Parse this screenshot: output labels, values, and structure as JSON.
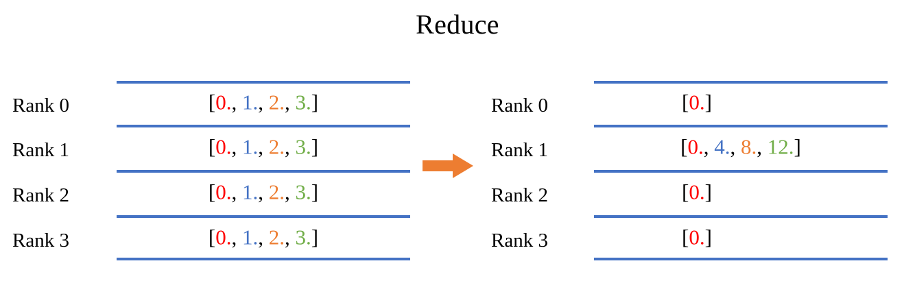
{
  "title": "Reduce",
  "colors": {
    "rule": "#4472C4",
    "arrow": "#ED7D31",
    "element_0": "#FF0000",
    "element_1": "#4472C4",
    "element_2": "#ED7D31",
    "element_3": "#70AD47",
    "text": "#000000",
    "background": "#FFFFFF"
  },
  "arrow": {
    "icon": "right-arrow-icon",
    "direction": "right"
  },
  "before": {
    "rows": [
      {
        "label": "Rank 0",
        "open": "[",
        "tokens": [
          {
            "text": "0.",
            "color": "#FF0000"
          },
          {
            "text": ", ",
            "color": "#000000"
          },
          {
            "text": "1.",
            "color": "#4472C4"
          },
          {
            "text": ", ",
            "color": "#000000"
          },
          {
            "text": "2.",
            "color": "#ED7D31"
          },
          {
            "text": ", ",
            "color": "#000000"
          },
          {
            "text": "3.",
            "color": "#70AD47"
          }
        ],
        "close": "]",
        "values": [
          0,
          1,
          2,
          3
        ],
        "display": "[0., 1., 2., 3.]"
      },
      {
        "label": "Rank 1",
        "open": "[",
        "tokens": [
          {
            "text": "0.",
            "color": "#FF0000"
          },
          {
            "text": ", ",
            "color": "#000000"
          },
          {
            "text": "1.",
            "color": "#4472C4"
          },
          {
            "text": ", ",
            "color": "#000000"
          },
          {
            "text": "2.",
            "color": "#ED7D31"
          },
          {
            "text": ", ",
            "color": "#000000"
          },
          {
            "text": "3.",
            "color": "#70AD47"
          }
        ],
        "close": "]",
        "values": [
          0,
          1,
          2,
          3
        ],
        "display": "[0., 1., 2., 3.]"
      },
      {
        "label": "Rank 2",
        "open": "[",
        "tokens": [
          {
            "text": "0.",
            "color": "#FF0000"
          },
          {
            "text": ", ",
            "color": "#000000"
          },
          {
            "text": "1.",
            "color": "#4472C4"
          },
          {
            "text": ", ",
            "color": "#000000"
          },
          {
            "text": "2.",
            "color": "#ED7D31"
          },
          {
            "text": ", ",
            "color": "#000000"
          },
          {
            "text": "3.",
            "color": "#70AD47"
          }
        ],
        "close": "]",
        "values": [
          0,
          1,
          2,
          3
        ],
        "display": "[0., 1., 2., 3.]"
      },
      {
        "label": "Rank 3",
        "open": "[",
        "tokens": [
          {
            "text": "0.",
            "color": "#FF0000"
          },
          {
            "text": ", ",
            "color": "#000000"
          },
          {
            "text": "1.",
            "color": "#4472C4"
          },
          {
            "text": ", ",
            "color": "#000000"
          },
          {
            "text": "2.",
            "color": "#ED7D31"
          },
          {
            "text": ", ",
            "color": "#000000"
          },
          {
            "text": "3.",
            "color": "#70AD47"
          }
        ],
        "close": "]",
        "values": [
          0,
          1,
          2,
          3
        ],
        "display": "[0., 1., 2., 3.]"
      }
    ]
  },
  "after": {
    "rows": [
      {
        "label": "Rank 0",
        "open": "[",
        "tokens": [
          {
            "text": "0.",
            "color": "#FF0000"
          }
        ],
        "close": "]",
        "values": [
          0
        ],
        "display": "[0.]",
        "scalar": true
      },
      {
        "label": "Rank 1",
        "open": "[",
        "tokens": [
          {
            "text": "0.",
            "color": "#FF0000"
          },
          {
            "text": ", ",
            "color": "#000000"
          },
          {
            "text": "4.",
            "color": "#4472C4"
          },
          {
            "text": ", ",
            "color": "#000000"
          },
          {
            "text": "8.",
            "color": "#ED7D31"
          },
          {
            "text": ", ",
            "color": "#000000"
          },
          {
            "text": "12.",
            "color": "#70AD47"
          }
        ],
        "close": "]",
        "values": [
          0,
          4,
          8,
          12
        ],
        "display": "[0., 4., 8., 12.]",
        "scalar": false
      },
      {
        "label": "Rank 2",
        "open": "[",
        "tokens": [
          {
            "text": "0.",
            "color": "#FF0000"
          }
        ],
        "close": "]",
        "values": [
          0
        ],
        "display": "[0.]",
        "scalar": true
      },
      {
        "label": "Rank 3",
        "open": "[",
        "tokens": [
          {
            "text": "0.",
            "color": "#FF0000"
          }
        ],
        "close": "]",
        "values": [
          0
        ],
        "display": "[0.]",
        "scalar": true
      }
    ]
  }
}
